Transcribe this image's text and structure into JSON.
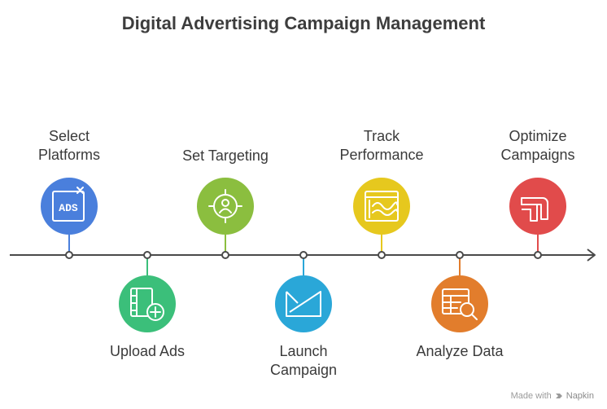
{
  "title": "Digital Advertising Campaign Management",
  "steps": [
    {
      "lines": [
        "Select",
        "Platforms"
      ],
      "color": "#4a7fdc",
      "icon": "ads-icon",
      "position": "above"
    },
    {
      "lines": [
        "Upload Ads"
      ],
      "color": "#3bbf7a",
      "icon": "film-add-icon",
      "position": "below"
    },
    {
      "lines": [
        "Set Targeting"
      ],
      "color": "#8bbe3f",
      "icon": "target-user-icon",
      "position": "above"
    },
    {
      "lines": [
        "Launch",
        "Campaign"
      ],
      "color": "#2aa7d8",
      "icon": "launch-envelope-icon",
      "position": "below"
    },
    {
      "lines": [
        "Track",
        "Performance"
      ],
      "color": "#e6c81e",
      "icon": "performance-chart-icon",
      "position": "above"
    },
    {
      "lines": [
        "Analyze Data"
      ],
      "color": "#e27d2c",
      "icon": "table-search-icon",
      "position": "below"
    },
    {
      "lines": [
        "Optimize",
        "Campaigns"
      ],
      "color": "#e14b4b",
      "icon": "optimize-route-icon",
      "position": "above"
    }
  ],
  "footer": {
    "made_with": "Made with",
    "brand": "Napkin"
  },
  "axis_color": "#4a4a4a"
}
